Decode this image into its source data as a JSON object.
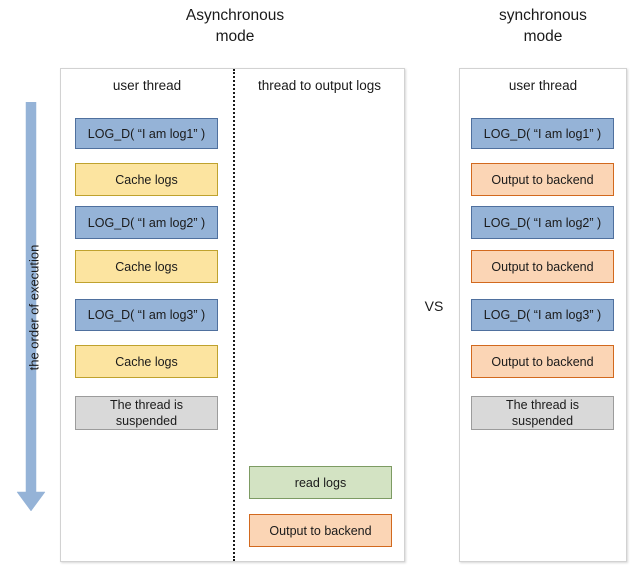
{
  "titles": {
    "async": "Asynchronous\nmode",
    "sync": "synchronous\nmode"
  },
  "vs_label": "VS",
  "order_arrow": {
    "label": "the order of execution",
    "direction": "down",
    "color": "#95b3d7"
  },
  "async_panel": {
    "columns": [
      {
        "header": "user thread",
        "steps": [
          {
            "label": "LOG_D( “I am log1” )",
            "kind": "log",
            "fill": "#95b3d7",
            "border": "#4f709e"
          },
          {
            "label": "Cache logs",
            "kind": "cache",
            "fill": "#fce4a0",
            "border": "#bfa22e"
          },
          {
            "label": "LOG_D( “I am log2” )",
            "kind": "log",
            "fill": "#95b3d7",
            "border": "#4f709e"
          },
          {
            "label": "Cache logs",
            "kind": "cache",
            "fill": "#fce4a0",
            "border": "#bfa22e"
          },
          {
            "label": "LOG_D( “I am log3” )",
            "kind": "log",
            "fill": "#95b3d7",
            "border": "#4f709e"
          },
          {
            "label": "Cache logs",
            "kind": "cache",
            "fill": "#fce4a0",
            "border": "#bfa22e"
          },
          {
            "label": "The thread is\nsuspended",
            "kind": "suspend",
            "fill": "#d9d9d9",
            "border": "#9c9c9c"
          }
        ]
      },
      {
        "header": "thread to output logs",
        "steps": [
          {
            "label": "read logs",
            "kind": "read",
            "fill": "#d3e3c3",
            "border": "#7d9b63"
          },
          {
            "label": "Output to backend",
            "kind": "output",
            "fill": "#fbd5b5",
            "border": "#d2691e"
          }
        ]
      }
    ]
  },
  "sync_panel": {
    "columns": [
      {
        "header": "user thread",
        "steps": [
          {
            "label": "LOG_D( “I am log1” )",
            "kind": "log",
            "fill": "#95b3d7",
            "border": "#4f709e"
          },
          {
            "label": "Output to backend",
            "kind": "output",
            "fill": "#fbd5b5",
            "border": "#d2691e"
          },
          {
            "label": "LOG_D( “I am log2” )",
            "kind": "log",
            "fill": "#95b3d7",
            "border": "#4f709e"
          },
          {
            "label": "Output to backend",
            "kind": "output",
            "fill": "#fbd5b5",
            "border": "#d2691e"
          },
          {
            "label": "LOG_D( “I am log3” )",
            "kind": "log",
            "fill": "#95b3d7",
            "border": "#4f709e"
          },
          {
            "label": "Output to backend",
            "kind": "output",
            "fill": "#fbd5b5",
            "border": "#d2691e"
          },
          {
            "label": "The thread is\nsuspended",
            "kind": "suspend",
            "fill": "#d9d9d9",
            "border": "#9c9c9c"
          }
        ]
      }
    ]
  }
}
